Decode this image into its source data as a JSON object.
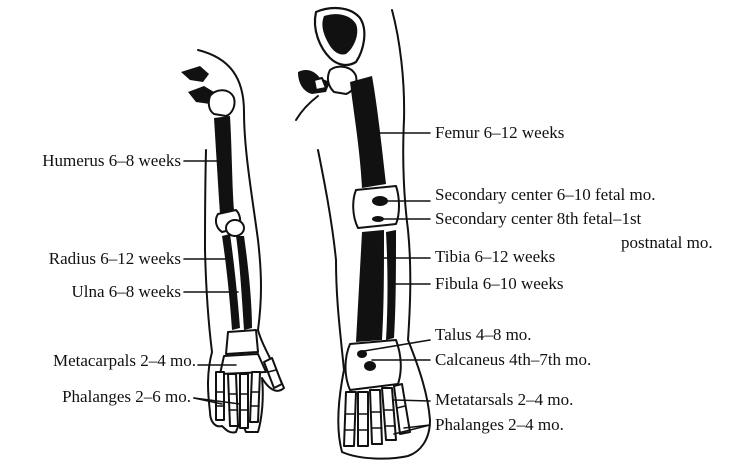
{
  "arm_labels": {
    "humerus": "Humerus 6–8 weeks",
    "radius": "Radius 6–12 weeks",
    "ulna": "Ulna 6–8 weeks",
    "metacarpals": "Metacarpals 2–4 mo.",
    "phalanges": "Phalanges 2–6 mo."
  },
  "leg_labels": {
    "femur": "Femur 6–12 weeks",
    "secondary_center_1": "Secondary center 6–10 fetal mo.",
    "secondary_center_2_line1": "Secondary center 8th fetal–1st",
    "secondary_center_2_line2": "postnatal mo.",
    "tibia": "Tibia 6–12 weeks",
    "fibula": "Fibula 6–10 weeks",
    "talus": "Talus 4–8 mo.",
    "calcaneus": "Calcaneus 4th–7th mo.",
    "metatarsals": "Metatarsals 2–4 mo.",
    "phalanges": "Phalanges 2–4 mo."
  },
  "colors": {
    "ink": "#111111",
    "paper": "#ffffff"
  }
}
